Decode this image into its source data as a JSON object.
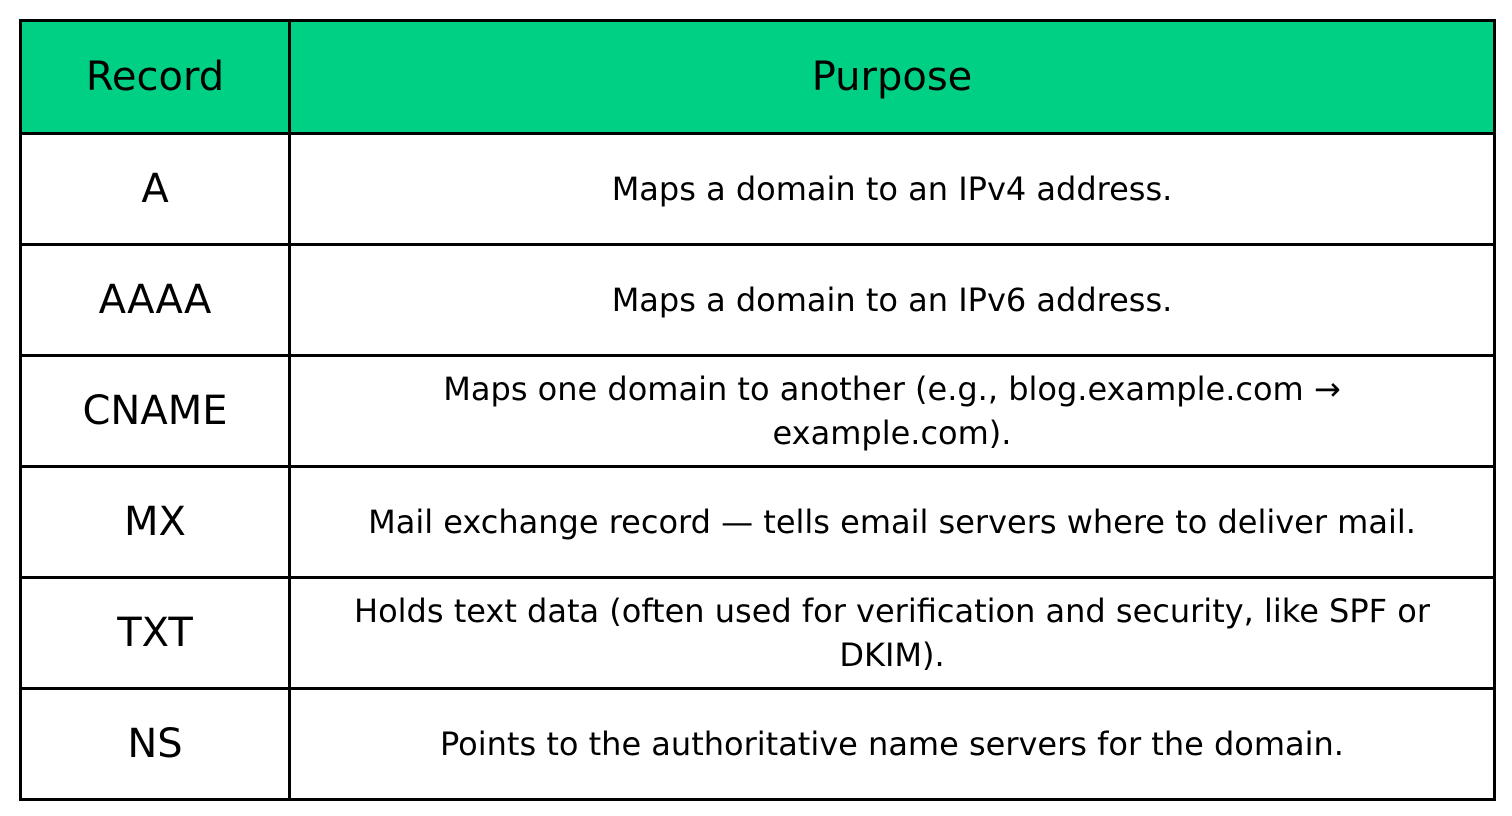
{
  "table": {
    "header": {
      "record": "Record",
      "purpose": "Purpose"
    },
    "header_bg": "#00d084",
    "rows": [
      {
        "record": "A",
        "purpose": "Maps a domain to an IPv4 address."
      },
      {
        "record": "AAAA",
        "purpose": "Maps a domain to an IPv6 address."
      },
      {
        "record": "CNAME",
        "purpose": "Maps one domain to another (e.g., blog.example.com → example.com)."
      },
      {
        "record": "MX",
        "purpose": "Mail exchange record — tells email servers where to deliver mail."
      },
      {
        "record": "TXT",
        "purpose": "Holds text data (often used for verification and security, like SPF or DKIM)."
      },
      {
        "record": "NS",
        "purpose": "Points to the authoritative name servers for the domain."
      }
    ]
  }
}
